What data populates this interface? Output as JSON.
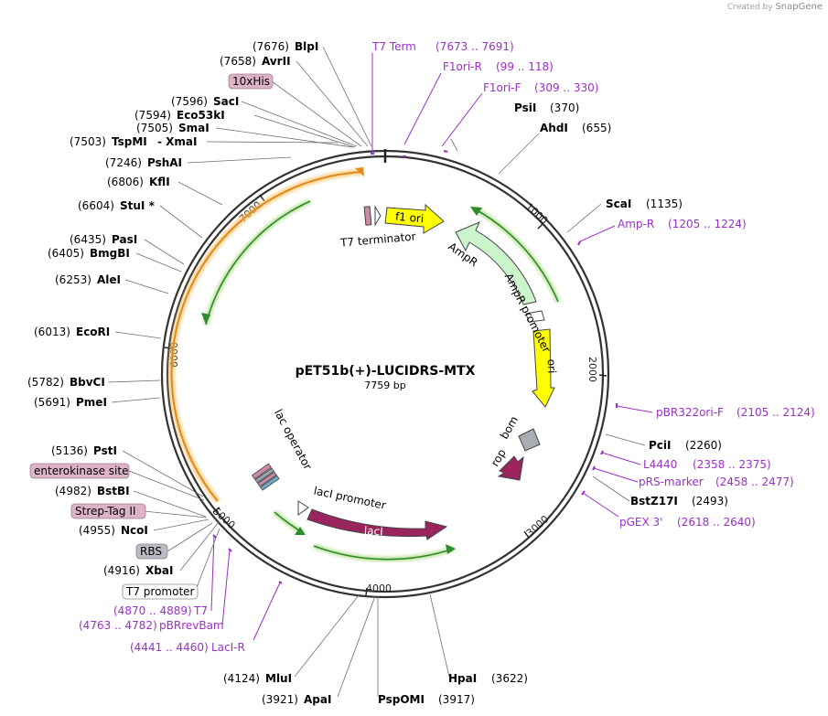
{
  "watermark": {
    "prefix": "Created by",
    "brand": "SnapGene"
  },
  "plasmid": {
    "name": "pET51b(+)-LUCIDRS-MTX",
    "length": "7759 bp"
  },
  "ticks": [
    "1000",
    "2000",
    "3000",
    "4000",
    "5000",
    "6000",
    "7000"
  ],
  "sites": [
    {
      "id": "blpi",
      "pos": "(7676)",
      "name": "BlpI"
    },
    {
      "id": "avrii",
      "pos": "(7658)",
      "name": "AvrII"
    },
    {
      "id": "saci",
      "pos": "(7596)",
      "name": "SacI"
    },
    {
      "id": "eco53ki",
      "pos": "(7594)",
      "name": "Eco53kI"
    },
    {
      "id": "smai",
      "pos": "(7505)",
      "name": "SmaI"
    },
    {
      "id": "tspmi",
      "pos": "(7503)",
      "name": "TspMI",
      "extra": "- XmaI"
    },
    {
      "id": "pshai",
      "pos": "(7246)",
      "name": "PshAI"
    },
    {
      "id": "kfli",
      "pos": "(6806)",
      "name": "KflI"
    },
    {
      "id": "stui",
      "pos": "(6604)",
      "name": "StuI *"
    },
    {
      "id": "pasi",
      "pos": "(6435)",
      "name": "PasI"
    },
    {
      "id": "bmgbi",
      "pos": "(6405)",
      "name": "BmgBI"
    },
    {
      "id": "alei",
      "pos": "(6253)",
      "name": "AleI"
    },
    {
      "id": "ecori",
      "pos": "(6013)",
      "name": "EcoRI"
    },
    {
      "id": "bbvci",
      "pos": "(5782)",
      "name": "BbvCI"
    },
    {
      "id": "pmei",
      "pos": "(5691)",
      "name": "PmeI"
    },
    {
      "id": "psti",
      "pos": "(5136)",
      "name": "PstI"
    },
    {
      "id": "bstbi",
      "pos": "(4982)",
      "name": "BstBI"
    },
    {
      "id": "ncoi",
      "pos": "(4955)",
      "name": "NcoI"
    },
    {
      "id": "xbai",
      "pos": "(4916)",
      "name": "XbaI"
    },
    {
      "id": "psii",
      "pos": "(370)",
      "name": "PsiI"
    },
    {
      "id": "ahdi",
      "pos": "(655)",
      "name": "AhdI"
    },
    {
      "id": "scai",
      "pos": "(1135)",
      "name": "ScaI"
    },
    {
      "id": "pcii",
      "pos": "(2260)",
      "name": "PciI"
    },
    {
      "id": "bstz17i",
      "pos": "(2493)",
      "name": "BstZ17I"
    },
    {
      "id": "hpai",
      "pos": "(3622)",
      "name": "HpaI"
    },
    {
      "id": "pspomi",
      "pos": "(3917)",
      "name": "PspOMI"
    },
    {
      "id": "apai",
      "pos": "(3921)",
      "name": "ApaI"
    },
    {
      "id": "mlui",
      "pos": "(4124)",
      "name": "MluI"
    }
  ],
  "primers": [
    {
      "id": "t7term",
      "name": "T7 Term",
      "range": "(7673 .. 7691)"
    },
    {
      "id": "f1orir",
      "name": "F1ori-R",
      "range": "(99 .. 118)"
    },
    {
      "id": "f1orif",
      "name": "F1ori-F",
      "range": "(309 .. 330)"
    },
    {
      "id": "ampr",
      "name": "Amp-R",
      "range": "(1205 .. 1224)"
    },
    {
      "id": "pbr322",
      "name": "pBR322ori-F",
      "range": "(2105 .. 2124)"
    },
    {
      "id": "l4440",
      "name": "L4440",
      "range": "(2358 .. 2375)"
    },
    {
      "id": "prs",
      "name": "pRS-marker",
      "range": "(2458 .. 2477)"
    },
    {
      "id": "pgex",
      "name": "pGEX 3'",
      "range": "(2618 .. 2640)"
    },
    {
      "id": "t7",
      "name": "T7",
      "range": "(4870 .. 4889)"
    },
    {
      "id": "pbrrev",
      "name": "pBRrevBam",
      "range": "(4763 .. 4782)"
    },
    {
      "id": "laci",
      "name": "LacI-R",
      "range": "(4441 .. 4460)"
    }
  ],
  "boxed_features": {
    "his": "10xHis",
    "entero": "enterokinase site",
    "strep": "Strep-Tag II",
    "rbs": "RBS",
    "t7prom": "T7 promoter"
  },
  "features": {
    "t7term": "T7 terminator",
    "f1ori": "f1 ori",
    "ampr": "AmpR",
    "amprprom": "AmpR promoter",
    "ori": "ori",
    "bom": "bom",
    "rop": "rop",
    "laciprom": "lacI promoter",
    "laci": "lacI",
    "lacop": "lac operator"
  },
  "colors": {
    "f1ori": "#ffff00",
    "ampr": "#ccf5cc",
    "laci": "#99245e",
    "rop": "#99245e",
    "bom": "#a9aeb4",
    "primer": "#9b30c8",
    "orange_orf": "#f5a623",
    "green_orf": "#7fbf3f"
  }
}
